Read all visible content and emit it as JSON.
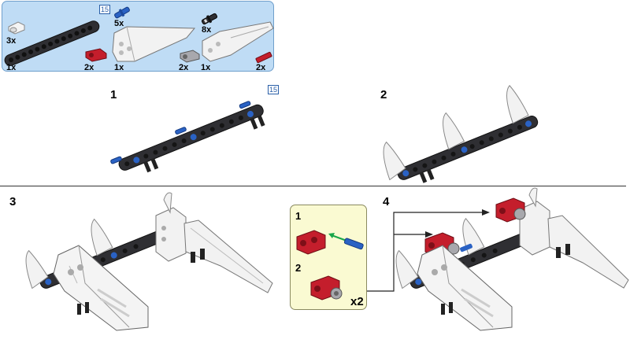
{
  "parts_list": {
    "length_badge": "15",
    "items": [
      {
        "qty": "3x",
        "icon": "white-half-bush-icon"
      },
      {
        "qty": "1x",
        "icon": "black-beam-15-icon"
      },
      {
        "qty": "5x",
        "icon": "blue-axle-pin-icon"
      },
      {
        "qty": "2x",
        "icon": "red-connector-icon"
      },
      {
        "qty": "1x",
        "icon": "white-panel-left-icon"
      },
      {
        "qty": "8x",
        "icon": "black-friction-pin-icon"
      },
      {
        "qty": "2x",
        "icon": "gray-connector-icon"
      },
      {
        "qty": "1x",
        "icon": "white-panel-right-icon"
      },
      {
        "qty": "2x",
        "icon": "red-axle-icon"
      }
    ]
  },
  "steps": [
    {
      "number": "1",
      "length_badge": "15"
    },
    {
      "number": "2"
    },
    {
      "number": "3"
    },
    {
      "number": "4"
    }
  ],
  "sub_assembly": {
    "steps": [
      "1",
      "2"
    ],
    "multiplier": "x2"
  },
  "colors": {
    "parts_bg": "#bfdcf5",
    "sub_bg": "#fafad2",
    "beam": "#2f2f33",
    "blue_pin": "#2a62c4",
    "red_part": "#c41e2c",
    "white_part": "#f2f2f2"
  }
}
